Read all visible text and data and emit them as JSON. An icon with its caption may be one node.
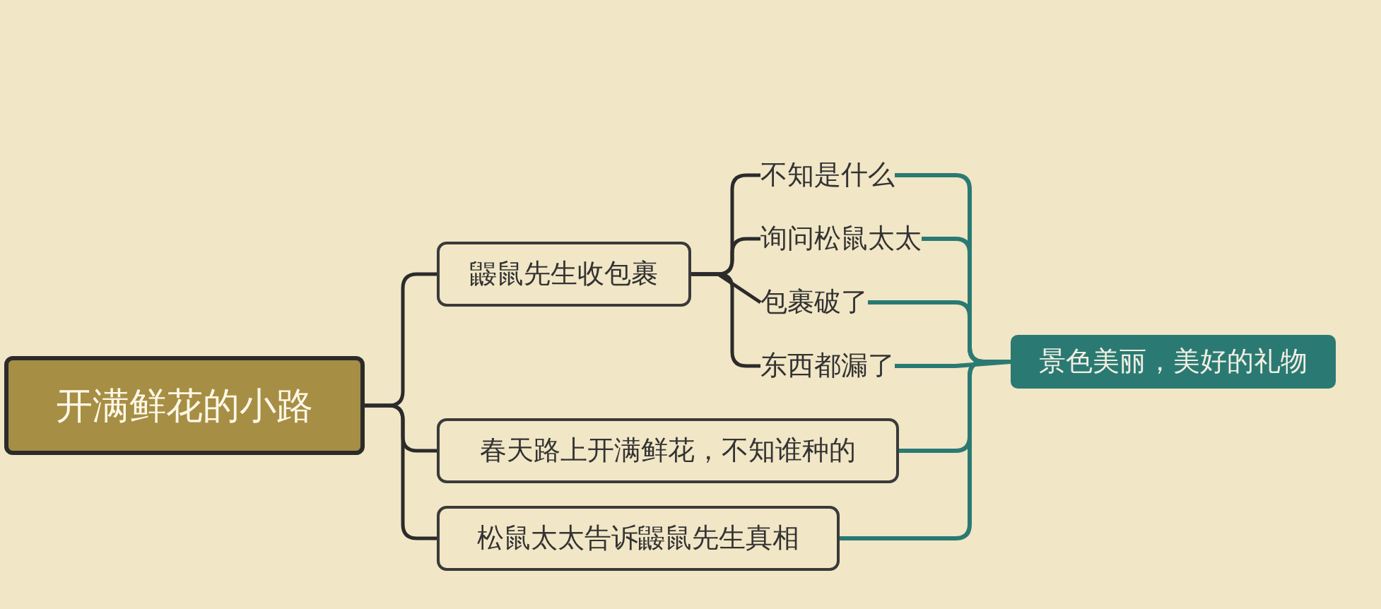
{
  "diagram": {
    "nodes": [
      {
        "text": [
          "开满鲜花的小路"
        ]
      },
      {
        "text": [
          "鼹鼠先生收包裹"
        ]
      },
      {
        "text": [
          "不知是什么"
        ]
      },
      {
        "text": [
          "询问松鼠太太"
        ]
      },
      {
        "text": [
          "包裹破了"
        ]
      },
      {
        "text": [
          "东西都漏了"
        ]
      },
      {
        "text": [
          "春天路上开满鲜花，不知谁种的"
        ]
      },
      {
        "text": [
          "松鼠太太告诉鼹鼠先生真相"
        ]
      },
      {
        "text": [
          "景色美丽，美好的礼物"
        ]
      }
    ],
    "edges": [
      {
        "from": 0,
        "to": 1,
        "arrow": "none"
      },
      {
        "from": 0,
        "to": 6,
        "arrow": "none"
      },
      {
        "from": 0,
        "to": 7,
        "arrow": "none"
      },
      {
        "from": 1,
        "to": 2,
        "arrow": "none"
      },
      {
        "from": 1,
        "to": 3,
        "arrow": "none"
      },
      {
        "from": 1,
        "to": 4,
        "arrow": "none"
      },
      {
        "from": 1,
        "to": 5,
        "arrow": "none"
      },
      {
        "from": 2,
        "to": 8,
        "arrow": "none",
        "color": "#2a7a73"
      },
      {
        "from": 3,
        "to": 8,
        "arrow": "none",
        "color": "#2a7a73"
      },
      {
        "from": 4,
        "to": 8,
        "arrow": "none",
        "color": "#2a7a73"
      },
      {
        "from": 5,
        "to": 8,
        "arrow": "none",
        "color": "#2a7a73"
      },
      {
        "from": 6,
        "to": 8,
        "arrow": "none",
        "color": "#2a7a73"
      },
      {
        "from": 7,
        "to": 8,
        "arrow": "none",
        "color": "#2a7a73"
      }
    ]
  }
}
